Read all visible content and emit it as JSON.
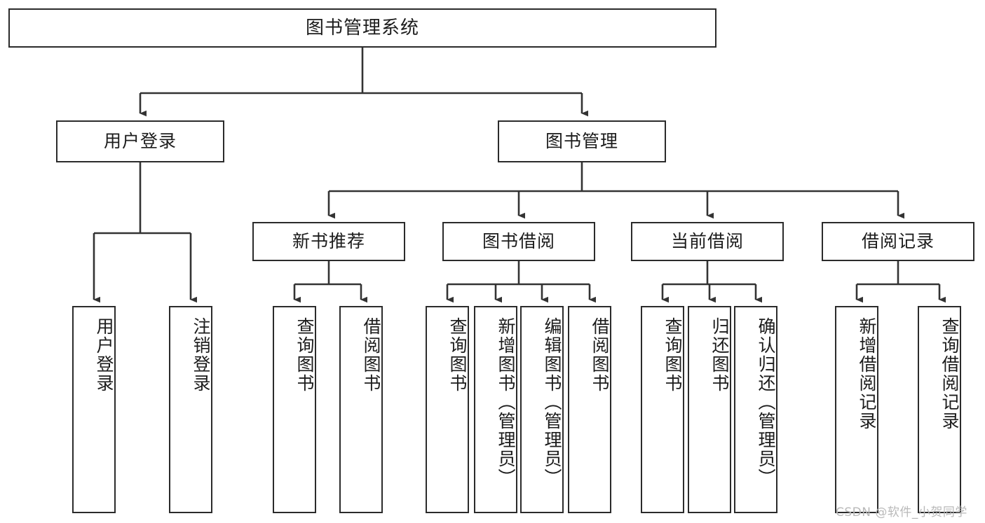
{
  "diagram": {
    "title": "图书管理系统",
    "type": "hierarchy-tree",
    "watermark": "CSDN @软件_小贺同学",
    "colors": {
      "box_border": "#2b2b2b",
      "box_fill": "#ffffff",
      "connector": "#333333",
      "text": "#1c1c1c",
      "watermark": "#b9b9b9"
    },
    "nodes": {
      "root": {
        "label": "图书管理系统"
      },
      "level2": [
        {
          "id": "user-login",
          "label": "用户登录"
        },
        {
          "id": "book-manage",
          "label": "图书管理"
        }
      ],
      "level3": [
        {
          "id": "new-book-recommend",
          "label": "新书推荐"
        },
        {
          "id": "book-borrow",
          "label": "图书借阅"
        },
        {
          "id": "current-borrow",
          "label": "当前借阅"
        },
        {
          "id": "borrow-record",
          "label": "借阅记录"
        }
      ],
      "leaves": {
        "user_login": [
          {
            "id": "leaf-user-login",
            "label": "用户登录"
          },
          {
            "id": "leaf-logout-login",
            "label": "注销登录"
          }
        ],
        "new_book_recommend": [
          {
            "id": "leaf-query-book-1",
            "label": "查询图书"
          },
          {
            "id": "leaf-borrow-book-1",
            "label": "借阅图书"
          }
        ],
        "book_borrow": [
          {
            "id": "leaf-query-book-2",
            "label": "查询图书"
          },
          {
            "id": "leaf-add-book",
            "label": "新增图书（管理员）"
          },
          {
            "id": "leaf-edit-book",
            "label": "编辑图书（管理员）"
          },
          {
            "id": "leaf-borrow-book-2",
            "label": "借阅图书"
          }
        ],
        "current_borrow": [
          {
            "id": "leaf-query-book-3",
            "label": "查询图书"
          },
          {
            "id": "leaf-return-book",
            "label": "归还图书"
          },
          {
            "id": "leaf-confirm-return",
            "label": "确认归还（管理员）"
          }
        ],
        "borrow_record": [
          {
            "id": "leaf-add-record",
            "label": "新增借阅记录"
          },
          {
            "id": "leaf-query-record",
            "label": "查询借阅记录"
          }
        ]
      }
    }
  }
}
